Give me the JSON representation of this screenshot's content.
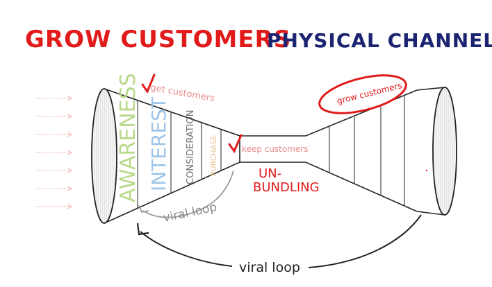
{
  "title": {
    "part1": "GROW CUSTOMERS",
    "part2": "PHYSICAL CHANNEL"
  },
  "funnel": {
    "stages": [
      "AWARENESS",
      "INTEREST",
      "CONSIDERATION",
      "PURCHASE"
    ],
    "get_label": "get customers",
    "keep_label": "keep customers",
    "grow_label": "grow customers",
    "unbundling_line1": "UN-",
    "unbundling_line2": "BUNDLING",
    "inner_loop_label": "viral loop",
    "outer_loop_label": "viral loop"
  },
  "colors": {
    "red": "#e11a1a",
    "navy": "#1b2470",
    "pink": "#f2a7a7",
    "line": "#222222",
    "green": "#b9d98a",
    "grey": "#8a8a8a"
  }
}
